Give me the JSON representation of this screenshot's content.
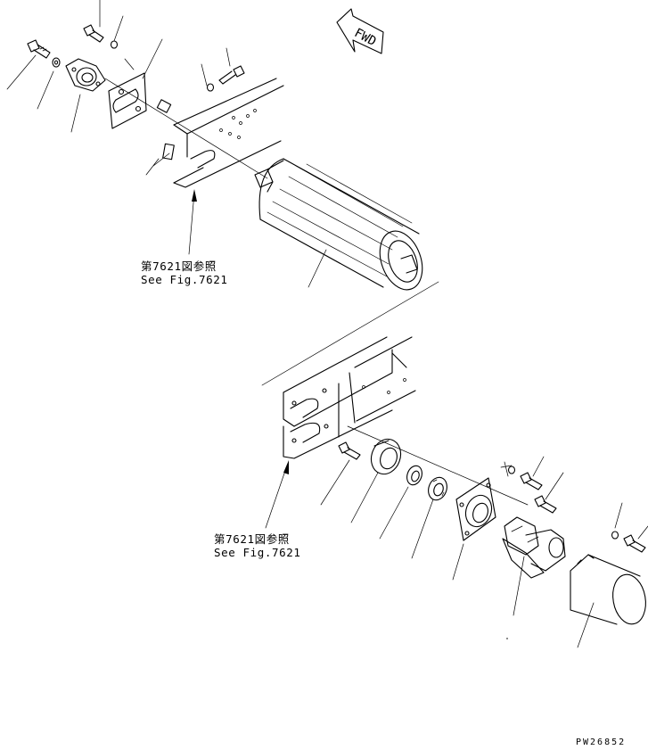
{
  "fwd_label": "FWD",
  "references": [
    {
      "jp": "第7621図参照",
      "en": "See Fig.7621"
    },
    {
      "jp": "第7621図参照",
      "en": "See Fig.7621"
    }
  ],
  "drawing_code": "PW26852"
}
